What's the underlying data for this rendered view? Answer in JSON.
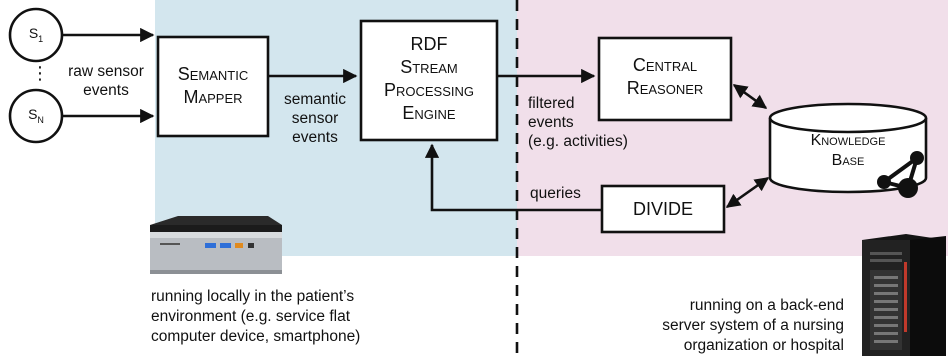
{
  "sensors": {
    "first": {
      "base": "S",
      "sub": "1"
    },
    "last": {
      "base": "S",
      "sub": "N"
    },
    "ellipsis": "⋮"
  },
  "labels": {
    "raw_sensor_events": [
      "raw sensor",
      "events"
    ],
    "semantic_sensor_events": [
      "semantic",
      "sensor",
      "events"
    ],
    "filtered_events": [
      "filtered",
      "events",
      "(e.g. activities)"
    ],
    "queries": "queries"
  },
  "boxes": {
    "semantic_mapper": [
      "Semantic",
      "Mapper"
    ],
    "rdf_engine": [
      "RDF",
      "Stream",
      "Processing",
      "Engine"
    ],
    "central_reasoner": [
      "Central",
      "Reasoner"
    ],
    "knowledge_base": [
      "Knowledge",
      "Base"
    ],
    "divide": "DIVIDE"
  },
  "captions": {
    "local": [
      "running locally in the patient’s",
      "environment (e.g. service flat",
      "computer device, smartphone)"
    ],
    "backend": [
      "running on a back-end",
      "server system of a nursing",
      "organization or hospital"
    ]
  },
  "colors": {
    "local_zone": "#d3e6ee",
    "backend_zone": "#f1dfea",
    "stroke": "#111111"
  },
  "icons": {
    "local_device": "mini-pc-icon",
    "backend_device": "tower-server-icon",
    "knowledge_base_badge": "rdf-graph-icon"
  }
}
